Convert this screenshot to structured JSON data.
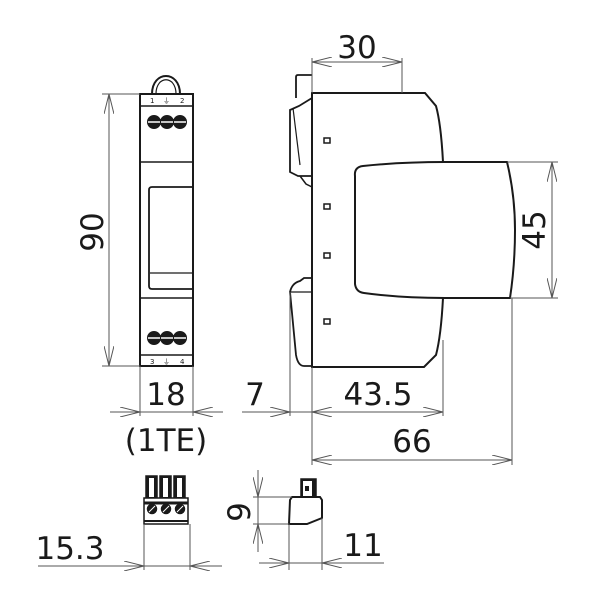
{
  "drawing": {
    "type": "technical dimension drawing",
    "subject": "DIN-rail modular device (1 module width) with plug-in terminal connector",
    "stroke_color": "#1a1a1a",
    "dim_line_color": "#555555",
    "background": "#ffffff"
  },
  "front_view": {
    "terminal_top_labels": [
      "1",
      "⏚",
      "2"
    ],
    "terminal_bottom_labels": [
      "3",
      "⏚",
      "4"
    ],
    "height_dim": "90",
    "width_dim": "18",
    "width_note": "(1TE)"
  },
  "side_view": {
    "top_dim": "30",
    "front_height_dim": "45",
    "rail_offset_dim": "7",
    "body_depth_dim": "43.5",
    "total_depth_dim": "66"
  },
  "connector_front": {
    "width_dim": "15.3"
  },
  "connector_side": {
    "height_dim": "9",
    "depth_dim": "11"
  }
}
